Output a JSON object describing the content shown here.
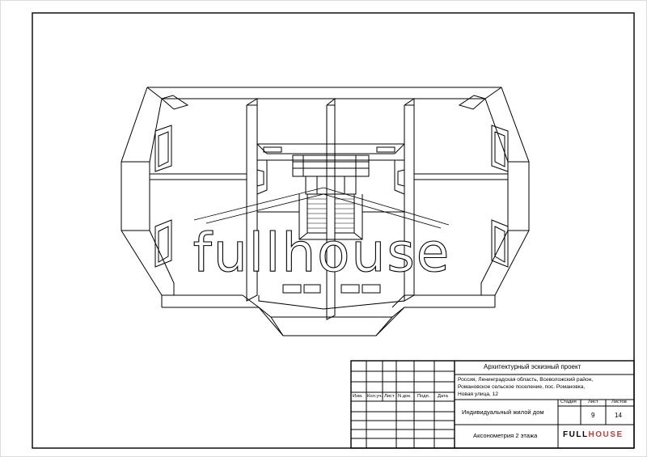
{
  "title_block": {
    "project_title": "Архитектурный эскизный проект",
    "address_lines": [
      "Россия, Ленинградская область, Всеволожский район,",
      "Романовское сельское поселение, пос. Романовка,",
      "Новая улица, 12"
    ],
    "object_name": "Индивидуальный жилой дом",
    "sheet_name": "Аксонометрия 2 этажа",
    "columns": [
      "Изм.",
      "Кол.уч.",
      "Лист",
      "N док.",
      "Подп.",
      "Дата"
    ],
    "stage_label": "Стадия",
    "sheet_label": "Лист",
    "sheets_label": "Листов",
    "stage_value": "",
    "sheet_value": "9",
    "sheets_value": "14",
    "logo": {
      "left": "FULL",
      "right": "HOUSE"
    }
  },
  "watermark": "fullhouse",
  "colors": {
    "line": "#000000",
    "watermark_fill": "#ffffff",
    "logo_accent": "#d03a2f"
  }
}
